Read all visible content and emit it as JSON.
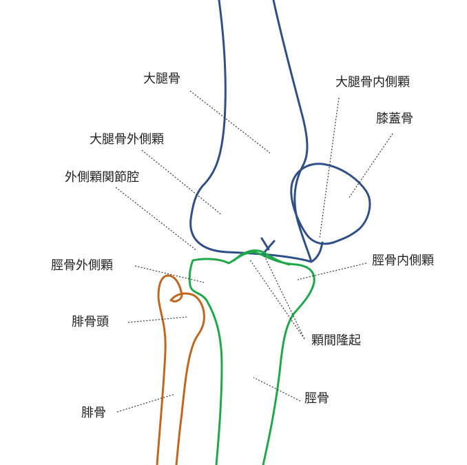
{
  "colors": {
    "femur": "#2f4f86",
    "patella": "#2f4f86",
    "tibia": "#1fa84a",
    "fibula": "#c0661e",
    "text": "#222222",
    "leader": "#333333"
  },
  "labels": {
    "femur": "大腿骨",
    "medial_condyle_femur": "大腿骨内側顆",
    "patella": "膝蓋骨",
    "lateral_condyle_femur": "大腿骨外側顆",
    "lateral_condyle_joint_cavity": "外側顆関節腔",
    "lateral_condyle_tibia": "脛骨外側顆",
    "medial_condyle_tibia": "脛骨内側顆",
    "fibular_head": "腓骨頭",
    "intercondylar_eminence": "顆間隆起",
    "fibula": "腓骨",
    "tibia": "脛骨"
  }
}
